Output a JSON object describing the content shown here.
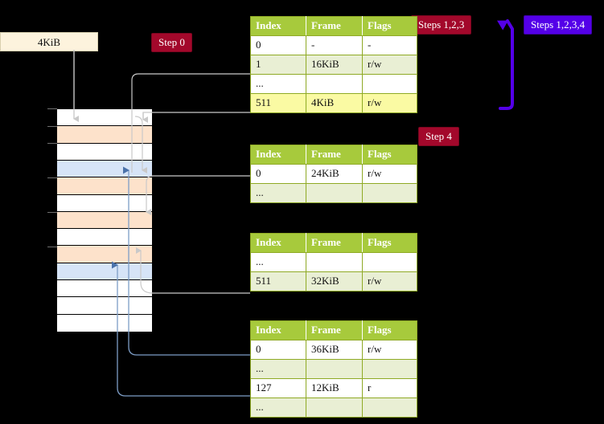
{
  "diagram": {
    "title_absent": true,
    "labels": {
      "kib_box": "4KiB",
      "step0": "Step 0",
      "step4": "Step 4",
      "steps123": "Steps 1,2,3",
      "steps1234": "Steps 1,2,3,4"
    },
    "colors": {
      "badge_red": "#a3082b",
      "badge_blue": "#5400e8",
      "table_header_green": "#a7ca3c",
      "table_row_alt": "#e9efd4",
      "table_row_highlight": "#fafaa3",
      "memory_peach": "#fde2cb",
      "memory_blue": "#d6e4f7",
      "kib_box_bg": "#fdf3dd",
      "wire_gray": "#b9b9b9",
      "wire_blue": "#7d9dc6",
      "arrow_gray": "#c9c9c9",
      "arrow_blue": "#4a72aa",
      "background": "#000000"
    },
    "tables": [
      {
        "name": "pml4-table",
        "headers": [
          "Index",
          "Frame",
          "Flags"
        ],
        "rows": [
          {
            "index": "0",
            "frame": "-",
            "flags": "-",
            "style": "odd"
          },
          {
            "index": "1",
            "frame": "16KiB",
            "flags": "r/w",
            "style": "even"
          },
          {
            "index": "...",
            "frame": "",
            "flags": "",
            "style": "odd"
          },
          {
            "index": "511",
            "frame": "4KiB",
            "flags": "r/w",
            "style": "hl"
          }
        ]
      },
      {
        "name": "pdpt-table",
        "headers": [
          "Index",
          "Frame",
          "Flags"
        ],
        "rows": [
          {
            "index": "0",
            "frame": "24KiB",
            "flags": "r/w",
            "style": "odd"
          },
          {
            "index": "...",
            "frame": "",
            "flags": "",
            "style": "even"
          }
        ]
      },
      {
        "name": "pd-table",
        "headers": [
          "Index",
          "Frame",
          "Flags"
        ],
        "rows": [
          {
            "index": "...",
            "frame": "",
            "flags": "",
            "style": "odd"
          },
          {
            "index": "511",
            "frame": "32KiB",
            "flags": "r/w",
            "style": "even"
          }
        ]
      },
      {
        "name": "pt-table",
        "headers": [
          "Index",
          "Frame",
          "Flags"
        ],
        "rows": [
          {
            "index": "0",
            "frame": "36KiB",
            "flags": "r/w",
            "style": "odd"
          },
          {
            "index": "...",
            "frame": "",
            "flags": "",
            "style": "even"
          },
          {
            "index": "127",
            "frame": "12KiB",
            "flags": "r",
            "style": "odd"
          },
          {
            "index": "...",
            "frame": "",
            "flags": "",
            "style": "even"
          }
        ]
      }
    ],
    "memory_column": {
      "name": "physical-memory-column",
      "rows": [
        {
          "fill": "white"
        },
        {
          "fill": "peach"
        },
        {
          "fill": "white"
        },
        {
          "fill": "blue"
        },
        {
          "fill": "peach"
        },
        {
          "fill": "white"
        },
        {
          "fill": "peach"
        },
        {
          "fill": "white"
        },
        {
          "fill": "peach"
        },
        {
          "fill": "blue"
        },
        {
          "fill": "white"
        },
        {
          "fill": "white"
        },
        {
          "fill": "white"
        }
      ]
    }
  }
}
